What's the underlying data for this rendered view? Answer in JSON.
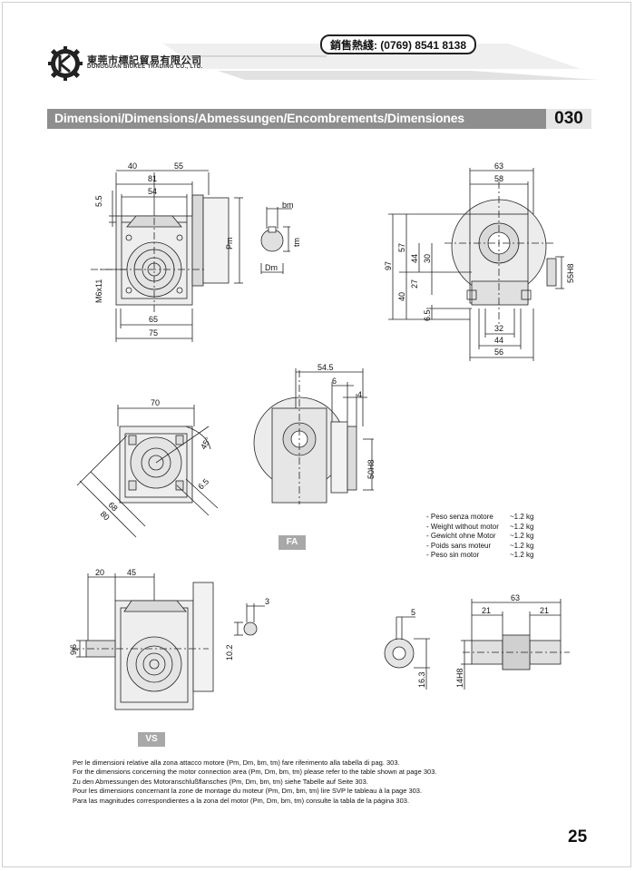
{
  "header": {
    "company_cn": "東莞市標記貿易有限公司",
    "company_en": "DONGGUAN BIUKEE TRADING CO., LTD.",
    "hotline": "銷售熱綫: (0769) 8541 8138",
    "title": "Dimensioni/Dimensions/Abmessungen/Encombrements/Dimensiones",
    "size_code": "030"
  },
  "drawings": {
    "front_view": {
      "dims": [
        "40",
        "55",
        "81",
        "54",
        "5.5",
        "M6x11",
        "65",
        "75",
        "Pm"
      ]
    },
    "shaft_detail": {
      "dims": [
        "bm",
        "tm",
        "Dm"
      ]
    },
    "side_view": {
      "dims": [
        "63",
        "58",
        "97",
        "57",
        "44",
        "30",
        "40",
        "27",
        "6.5",
        "32",
        "44",
        "56",
        "55H8"
      ]
    },
    "rotated_view": {
      "dims": [
        "70",
        "45°",
        "68",
        "80",
        "6.5"
      ]
    },
    "fa_view": {
      "dims": [
        "54.5",
        "6",
        "4",
        "50H8"
      ],
      "tag": "FA"
    },
    "vs_view": {
      "dims": [
        "20",
        "45",
        "9j6",
        "3",
        "10.2"
      ],
      "tag": "VS"
    },
    "bore_detail": {
      "dims": [
        "5",
        "16.3"
      ]
    },
    "hollow_shaft": {
      "dims": [
        "63",
        "21",
        "21",
        "14H8"
      ]
    }
  },
  "weights": [
    {
      "label": "- Peso senza motore",
      "value": "~1.2 kg"
    },
    {
      "label": "- Weight without motor",
      "value": "~1.2 kg"
    },
    {
      "label": "- Gewicht ohne Motor",
      "value": "~1.2 kg"
    },
    {
      "label": "- Poids sans moteur",
      "value": "~1.2 kg"
    },
    {
      "label": "- Peso sin motor",
      "value": "~1.2 kg"
    }
  ],
  "notes": [
    "Per le dimensioni relative alla zona attacco motore (Pm, Dm, bm, tm) fare riferimento alla tabella di pag. 303.",
    "For the dimensions concerning the motor connection area (Pm, Dm, bm, tm) please refer to the table shown at page 303.",
    "Zu den Abmessungen des Motoranschlußflansches  (Pm, Dm, bm, tm) siehe Tabelle auf Seite 303.",
    "Pour les dimensions concernant la zone de montage du  moteur (Pm, Dm, bm, tm) lire SVP le tableau à la page 303.",
    "Para las magnitudes correspondientes a la zona del motor (Pm, Dm, bm, tm) consulte la tabla de la página 303."
  ],
  "page_number": "25",
  "colors": {
    "title_bar": "#8e8e8e",
    "tag_bg": "#a8a8a8",
    "part_fill": "#d9d9d9"
  }
}
